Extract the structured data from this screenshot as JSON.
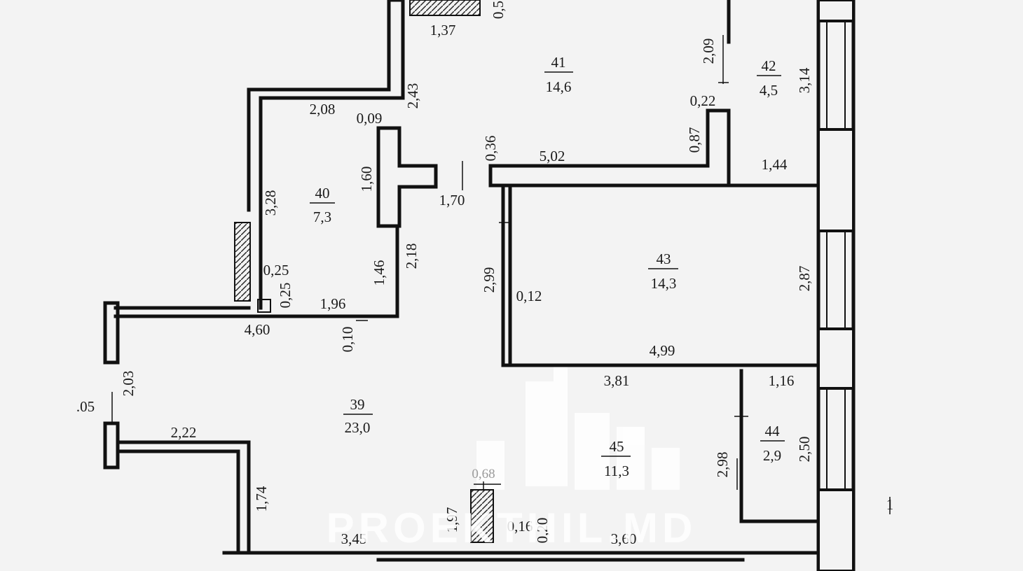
{
  "rooms": [
    {
      "number": "39",
      "area": "23,0"
    },
    {
      "number": "40",
      "area": "7,3"
    },
    {
      "number": "41",
      "area": "14,6"
    },
    {
      "number": "42",
      "area": "4,5"
    },
    {
      "number": "43",
      "area": "14,3"
    },
    {
      "number": "44",
      "area": "2,9"
    },
    {
      "number": "45",
      "area": "11,3"
    }
  ],
  "dimensions": [
    "1,37",
    "0,5",
    "2,43",
    "2,08",
    "0,09",
    "1,60",
    "3,28",
    "1,70",
    "0,36",
    "5,02",
    "0,87",
    "0,22",
    "2,09",
    "3,14",
    "1,44",
    "0,25",
    "0,25",
    "1,46",
    "2,18",
    "1,96",
    "4,60",
    "0,10",
    "2,99",
    "0,12",
    "2,87",
    "4,99",
    "3,81",
    "1,16",
    "2,03",
    ".05",
    "2,22",
    "1,74",
    "0,68",
    "1,97",
    "0,16",
    "0,20",
    "3,45",
    "3,60",
    "2,98",
    "2,50",
    "1"
  ],
  "watermark": {
    "text": "PROEKTHIL.MD"
  }
}
